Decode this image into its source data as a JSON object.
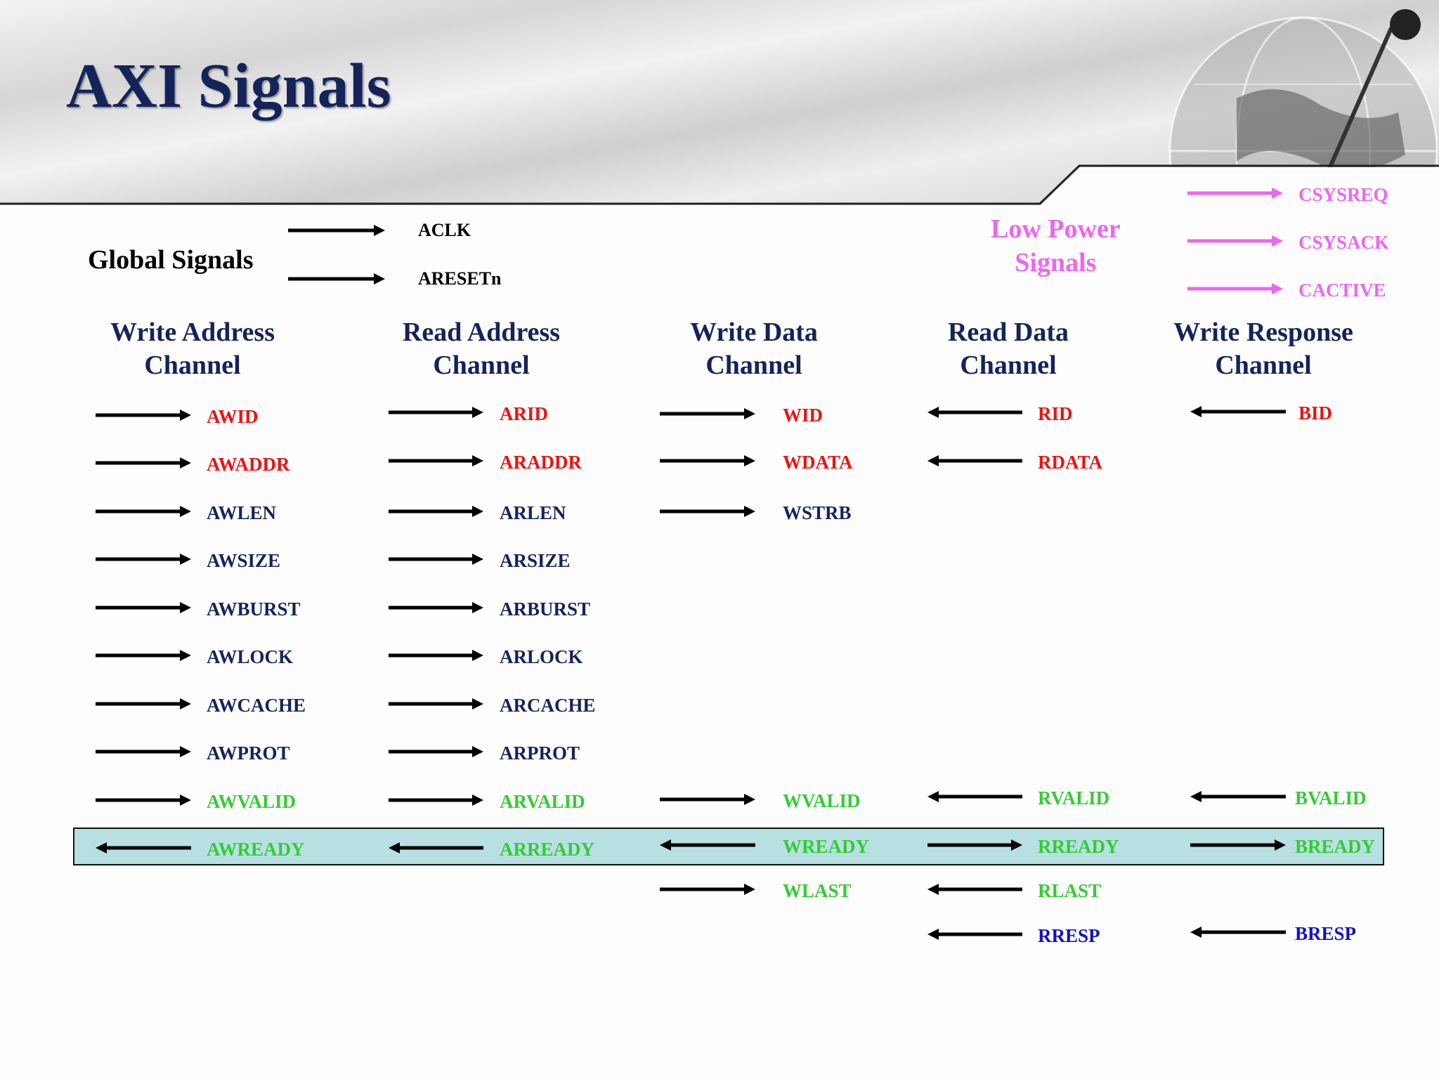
{
  "title": "AXI Signals",
  "global": {
    "label": "Global Signals",
    "signals": [
      {
        "name": "ACLK",
        "dir": "right"
      },
      {
        "name": "ARESETn",
        "dir": "right"
      }
    ]
  },
  "low_power": {
    "label_line1": "Low Power",
    "label_line2": "Signals",
    "color": "#ee66ee",
    "signals": [
      {
        "name": "CSYSREQ",
        "dir": "right"
      },
      {
        "name": "CSYSACK",
        "dir": "right"
      },
      {
        "name": "CACTIVE",
        "dir": "right"
      }
    ]
  },
  "colors": {
    "red": "#ee1111",
    "navy": "#14245a",
    "green": "#33cc33",
    "blue": "#1111cc",
    "handshake_highlight": "#b8e0e2"
  },
  "channels": [
    {
      "line1": "Write Address",
      "line2": "Channel",
      "signals": [
        {
          "name": "AWID",
          "dir": "right",
          "color": "red"
        },
        {
          "name": "AWADDR",
          "dir": "right",
          "color": "red"
        },
        {
          "name": "AWLEN",
          "dir": "right",
          "color": "navy"
        },
        {
          "name": "AWSIZE",
          "dir": "right",
          "color": "navy"
        },
        {
          "name": "AWBURST",
          "dir": "right",
          "color": "navy"
        },
        {
          "name": "AWLOCK",
          "dir": "right",
          "color": "navy"
        },
        {
          "name": "AWCACHE",
          "dir": "right",
          "color": "navy"
        },
        {
          "name": "AWPROT",
          "dir": "right",
          "color": "navy"
        },
        {
          "name": "AWVALID",
          "dir": "right",
          "color": "green"
        },
        {
          "name": "AWREADY",
          "dir": "left",
          "color": "green"
        }
      ]
    },
    {
      "line1": "Read Address",
      "line2": "Channel",
      "signals": [
        {
          "name": "ARID",
          "dir": "right",
          "color": "red"
        },
        {
          "name": "ARADDR",
          "dir": "right",
          "color": "red"
        },
        {
          "name": "ARLEN",
          "dir": "right",
          "color": "navy"
        },
        {
          "name": "ARSIZE",
          "dir": "right",
          "color": "navy"
        },
        {
          "name": "ARBURST",
          "dir": "right",
          "color": "navy"
        },
        {
          "name": "ARLOCK",
          "dir": "right",
          "color": "navy"
        },
        {
          "name": "ARCACHE",
          "dir": "right",
          "color": "navy"
        },
        {
          "name": "ARPROT",
          "dir": "right",
          "color": "navy"
        },
        {
          "name": "ARVALID",
          "dir": "right",
          "color": "green"
        },
        {
          "name": "ARREADY",
          "dir": "left",
          "color": "green"
        }
      ]
    },
    {
      "line1": "Write Data",
      "line2": "Channel",
      "signals": [
        {
          "name": "WID",
          "dir": "right",
          "color": "red"
        },
        {
          "name": "WDATA",
          "dir": "right",
          "color": "red"
        },
        {
          "name": "WSTRB",
          "dir": "right",
          "color": "navy"
        },
        {
          "name": "WVALID",
          "dir": "right",
          "color": "green"
        },
        {
          "name": "WREADY",
          "dir": "left",
          "color": "green"
        },
        {
          "name": "WLAST",
          "dir": "right",
          "color": "green"
        }
      ]
    },
    {
      "line1": "Read Data",
      "line2": "Channel",
      "signals": [
        {
          "name": "RID",
          "dir": "left",
          "color": "red"
        },
        {
          "name": "RDATA",
          "dir": "left",
          "color": "red"
        },
        {
          "name": "RVALID",
          "dir": "left",
          "color": "green"
        },
        {
          "name": "RREADY",
          "dir": "right",
          "color": "green"
        },
        {
          "name": "RLAST",
          "dir": "left",
          "color": "green"
        },
        {
          "name": "RRESP",
          "dir": "left",
          "color": "blue"
        }
      ]
    },
    {
      "line1": "Write Response",
      "line2": "Channel",
      "signals": [
        {
          "name": "BID",
          "dir": "left",
          "color": "red"
        },
        {
          "name": "BVALID",
          "dir": "left",
          "color": "green"
        },
        {
          "name": "BREADY",
          "dir": "right",
          "color": "green"
        },
        {
          "name": "BRESP",
          "dir": "left",
          "color": "blue"
        }
      ]
    }
  ]
}
